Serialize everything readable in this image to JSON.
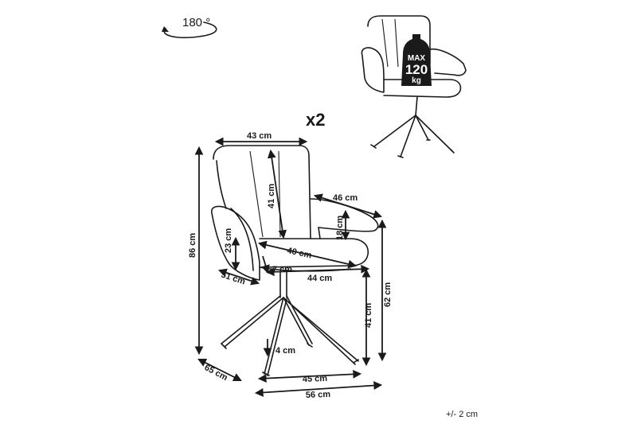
{
  "rotation": {
    "label": "180 °"
  },
  "quantity": {
    "label": "x2"
  },
  "max_load": {
    "line1": "MAX",
    "line2": "120",
    "line3": "kg"
  },
  "dimensions": {
    "backrest_width": "43 cm",
    "backrest_height": "41 cm",
    "armrest_depth": "46 cm",
    "armrest_height": "18 cm",
    "overall_height": "86 cm",
    "seat_depth": "40 cm",
    "arm_to_seat": "23 cm",
    "seat_thickness": "7 cm",
    "seat_width": "44 cm",
    "depth_51": "51 cm",
    "seat_height": "62 cm",
    "leg_height": "41 cm",
    "leg_width": "4 cm",
    "base_width": "45 cm",
    "depth_65": "65 cm",
    "overall_width": "56 cm"
  },
  "tolerance": "+/- 2 cm"
}
